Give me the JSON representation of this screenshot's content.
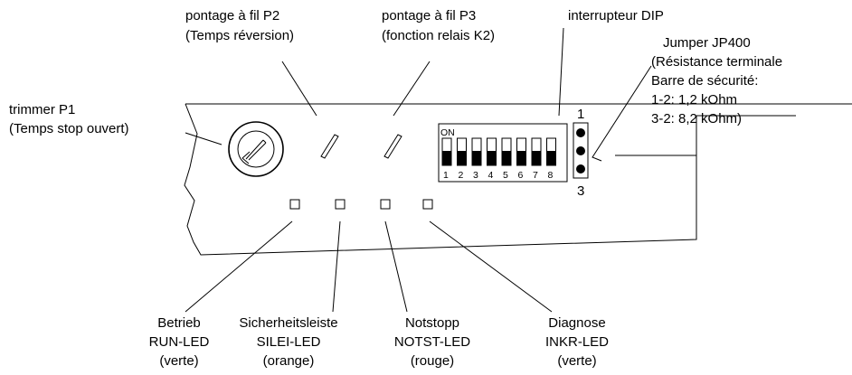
{
  "labels": {
    "trimmer": {
      "line1": "trimmer P1",
      "line2": "(Temps stop ouvert)"
    },
    "p2": {
      "line1": "pontage à fil P2",
      "line2": "(Temps réversion)"
    },
    "p3": {
      "line1": "pontage à fil P3",
      "line2": "(fonction relais K2)"
    },
    "dip": {
      "line1": "interrupteur DIP"
    },
    "jumper": {
      "line1": "Jumper JP400",
      "line2": "(Résistance terminale",
      "line3": "Barre de sécurité:",
      "line4": "1-2: 1,2 kOhm",
      "line5": "3-2: 8,2 kOhm)"
    }
  },
  "dip_switch": {
    "on_label": "ON",
    "numbers": [
      "1",
      "2",
      "3",
      "4",
      "5",
      "6",
      "7",
      "8"
    ]
  },
  "jumper_pins": {
    "top": "1",
    "bottom": "3"
  },
  "leds": [
    {
      "line1": "Betrieb",
      "line2": "RUN-LED",
      "line3": "(verte)"
    },
    {
      "line1": "Sicherheitsleiste",
      "line2": "SILEI-LED",
      "line3": "(orange)"
    },
    {
      "line1": "Notstopp",
      "line2": "NOTST-LED",
      "line3": "(rouge)"
    },
    {
      "line1": "Diagnose",
      "line2": "INKR-LED",
      "line3": "(verte)"
    }
  ]
}
